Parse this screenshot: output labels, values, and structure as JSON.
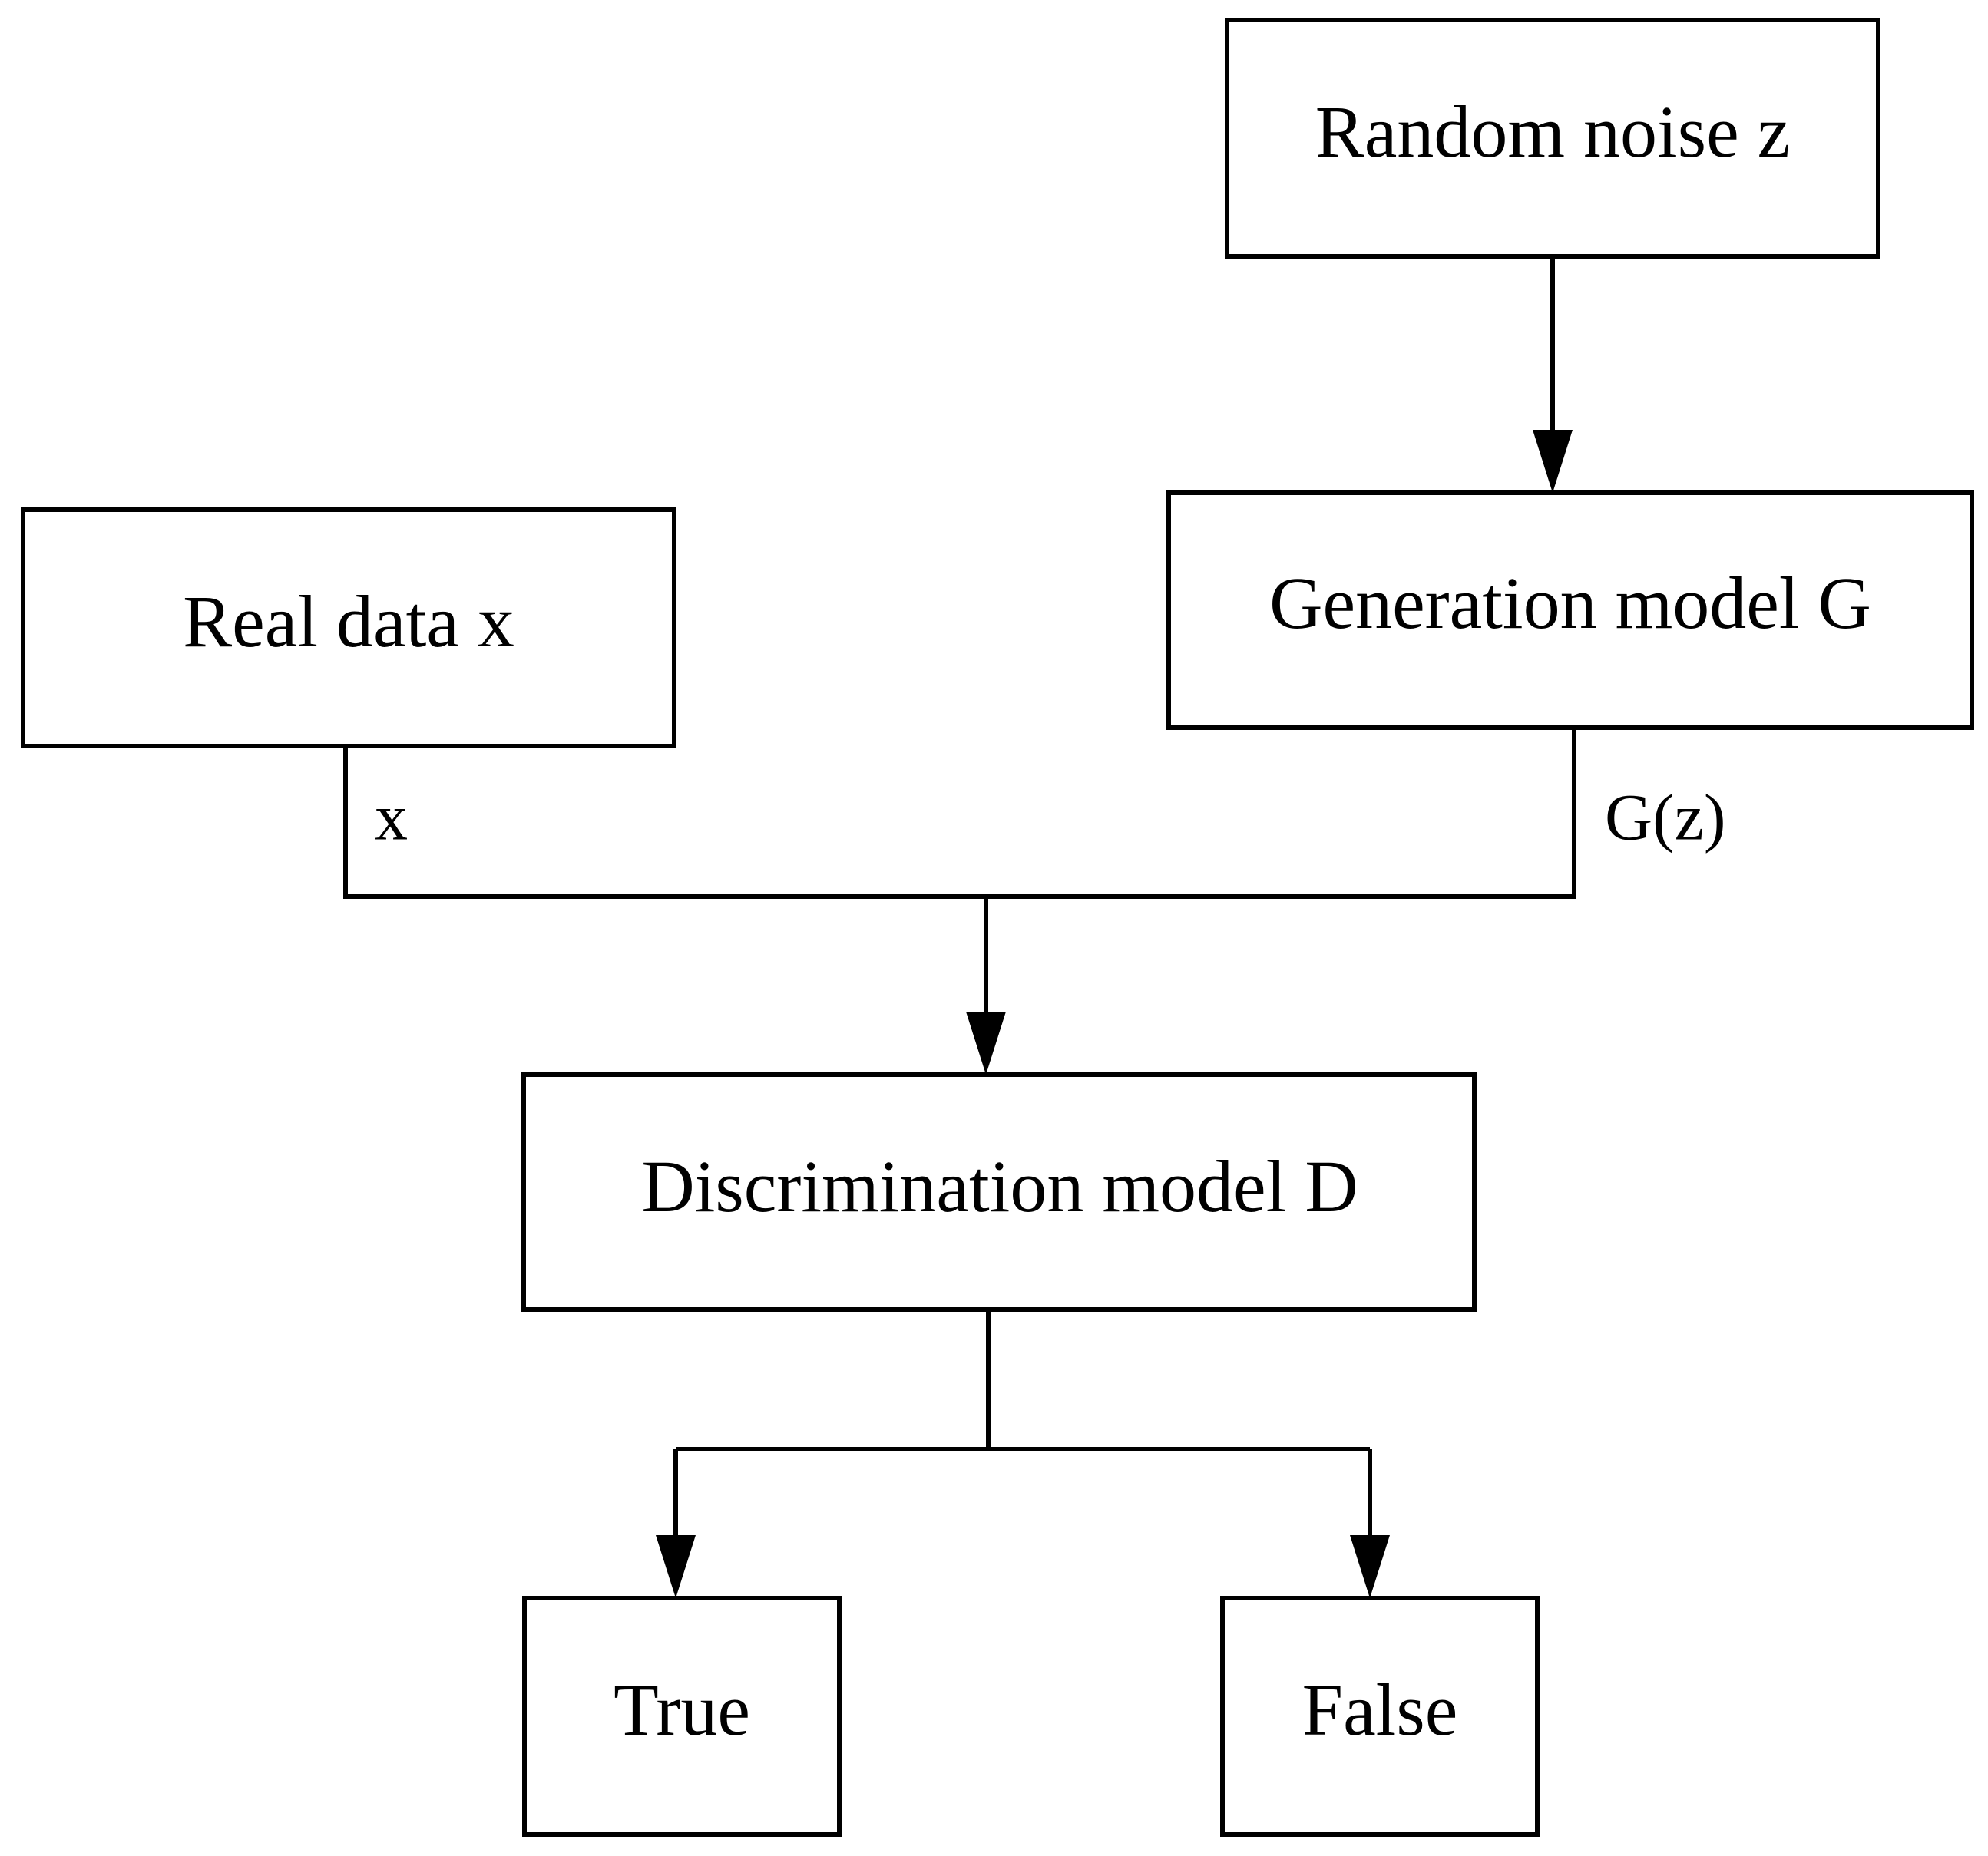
{
  "nodes": {
    "random_noise": "Random noise z",
    "generation_model": "Generation model G",
    "real_data": "Real data x",
    "discrimination_model": "Discrimination model D",
    "true_output": "True",
    "false_output": "False"
  },
  "edge_labels": {
    "x": "x",
    "gz": "G(z)"
  }
}
